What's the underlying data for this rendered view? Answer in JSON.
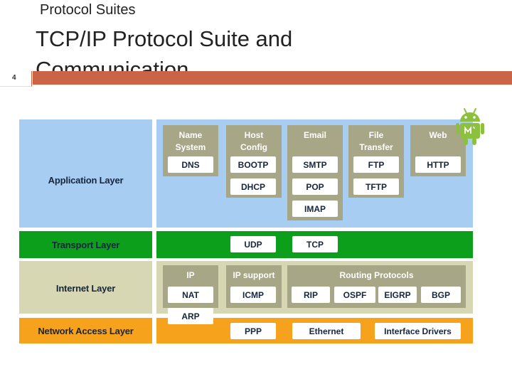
{
  "header": {
    "section": "Protocol Suites",
    "title_line1": "TCP/IP Protocol Suite and",
    "title_line2": "Communication",
    "page_number": "4"
  },
  "diagram": {
    "layers": {
      "application": "Application Layer",
      "transport": "Transport Layer",
      "internet": "Internet Layer",
      "network_access": "Network Access Layer"
    },
    "application_groups": {
      "name_system": {
        "label1": "Name",
        "label2": "System",
        "protocols": [
          "DNS"
        ]
      },
      "host_config": {
        "label1": "Host",
        "label2": "Config",
        "protocols": [
          "BOOTP",
          "DHCP"
        ]
      },
      "email": {
        "label": "Email",
        "protocols": [
          "SMTP",
          "POP",
          "IMAP"
        ]
      },
      "file_transfer": {
        "label1": "File",
        "label2": "Transfer",
        "protocols": [
          "FTP",
          "TFTP"
        ]
      },
      "web": {
        "label": "Web",
        "protocols": [
          "HTTP"
        ]
      }
    },
    "transport_protocols": [
      "UDP",
      "TCP"
    ],
    "internet_groups": {
      "ip": {
        "label": "IP",
        "protocols": [
          "NAT",
          "ARP"
        ]
      },
      "ip_support": {
        "label": "IP support",
        "protocols": [
          "ICMP"
        ]
      },
      "routing": {
        "label": "Routing Protocols",
        "protocols": [
          "RIP",
          "OSPF",
          "EIGRP",
          "BGP"
        ]
      }
    },
    "network_access_protocols": [
      "PPP",
      "Ethernet",
      "Interface Drivers"
    ]
  },
  "icons": {
    "logo": "android-robot-icon"
  },
  "colors": {
    "application": "#a8cdf3",
    "transport": "#0c9f1c",
    "internet": "#d7d7b3",
    "network_access": "#f7a21d",
    "group": "#a7a788",
    "title_bar": "#cb6346"
  }
}
